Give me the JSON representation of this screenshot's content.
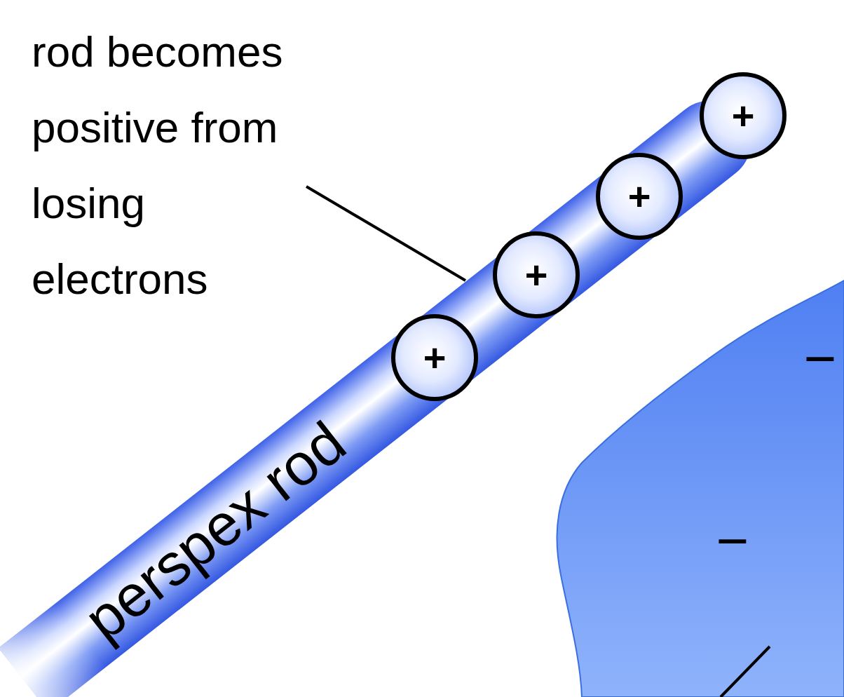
{
  "diagram": {
    "nodes": [
      {
        "text": [
          "+"
        ]
      },
      {
        "text": [
          "+"
        ]
      },
      {
        "text": [
          "+"
        ]
      },
      {
        "text": [
          "+"
        ]
      }
    ],
    "labels": [
      "rod becomes positive from losing electrons",
      "perspex rod",
      "−",
      "−"
    ]
  }
}
